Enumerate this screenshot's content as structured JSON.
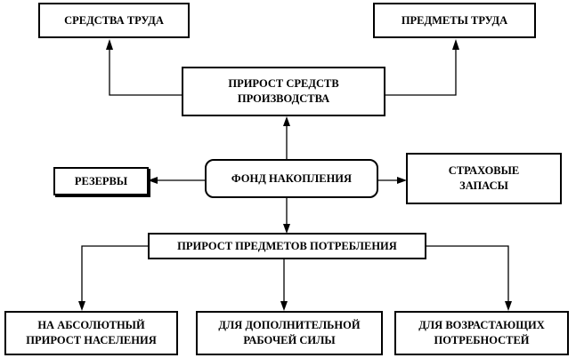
{
  "diagram": {
    "nodes": {
      "means_of_labor": "СРЕДСТВА ТРУДА",
      "objects_of_labor": "ПРЕДМЕТЫ ТРУДА",
      "means_of_production_growth": "ПРИРОСТ СРЕДСТВ\nПРОИЗВОДСТВА",
      "reserves": "РЕЗЕРВЫ",
      "accumulation_fund": "ФОНД НАКОПЛЕНИЯ",
      "insurance_stocks": "СТРАХОВЫЕ\nЗАПАСЫ",
      "consumer_goods_growth": "ПРИРОСТ ПРЕДМЕТОВ  ПОТРЕБЛЕНИЯ",
      "population_growth": "НА АБСОЛЮТНЫЙ\nПРИРОСТ НАСЕЛЕНИЯ",
      "additional_labor": "ДЛЯ ДОПОЛНИТЕЛЬНОЙ\nРАБОЧЕЙ СИЛЫ",
      "growing_needs": "ДЛЯ ВОЗРАСТАЮЩИХ\nПОТРЕБНОСТЕЙ"
    },
    "edges": [
      {
        "from": "means_of_production_growth",
        "to": "means_of_labor"
      },
      {
        "from": "means_of_production_growth",
        "to": "objects_of_labor"
      },
      {
        "from": "accumulation_fund",
        "to": "means_of_production_growth"
      },
      {
        "from": "accumulation_fund",
        "to": "reserves"
      },
      {
        "from": "accumulation_fund",
        "to": "insurance_stocks"
      },
      {
        "from": "accumulation_fund",
        "to": "consumer_goods_growth"
      },
      {
        "from": "consumer_goods_growth",
        "to": "population_growth"
      },
      {
        "from": "consumer_goods_growth",
        "to": "additional_labor"
      },
      {
        "from": "consumer_goods_growth",
        "to": "growing_needs"
      }
    ],
    "colors": {
      "stroke": "#000000",
      "background": "#ffffff"
    }
  }
}
